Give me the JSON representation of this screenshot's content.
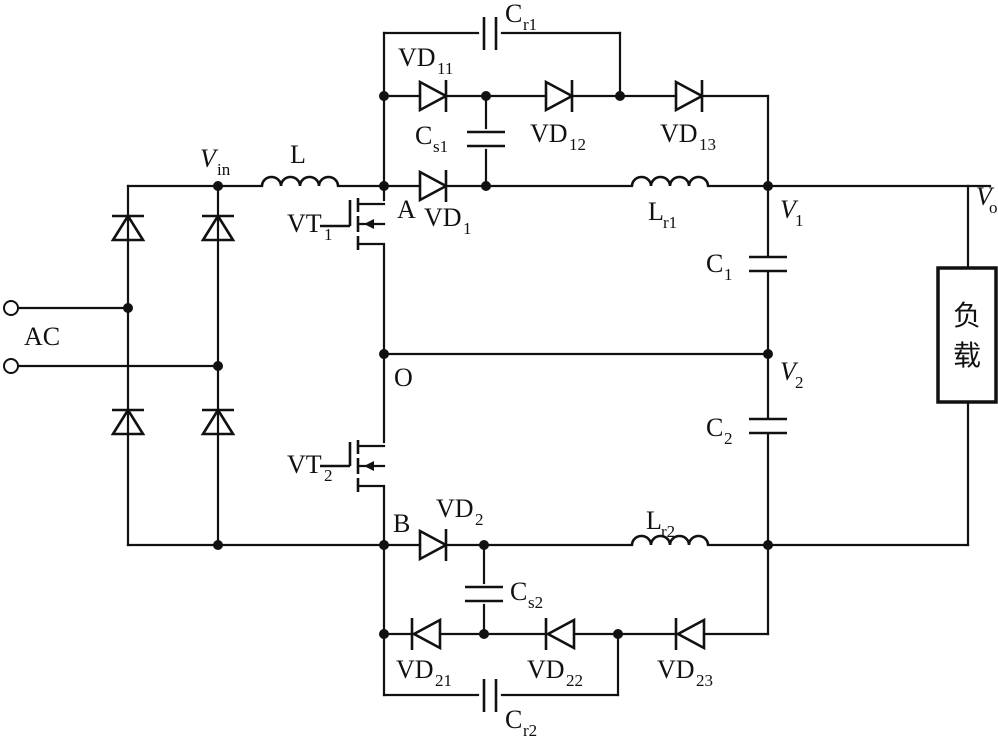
{
  "diagram": {
    "labels": {
      "ac": "AC",
      "vin": "V",
      "vin_sub": "in",
      "inductor": "L",
      "vt1": "VT",
      "vt1_sub": "1",
      "vt2": "VT",
      "vt2_sub": "2",
      "node_a": "A",
      "node_b": "B",
      "node_o": "O",
      "vd1": "VD",
      "vd1_sub": "1",
      "vd2": "VD",
      "vd2_sub": "2",
      "vd11": "VD",
      "vd11_sub": "11",
      "vd12": "VD",
      "vd12_sub": "12",
      "vd13": "VD",
      "vd13_sub": "13",
      "vd21": "VD",
      "vd21_sub": "21",
      "vd22": "VD",
      "vd22_sub": "22",
      "vd23": "VD",
      "vd23_sub": "23",
      "cr1": "C",
      "cr1_sub": "r1",
      "cr2": "C",
      "cr2_sub": "r2",
      "cs1": "C",
      "cs1_sub": "s1",
      "cs2": "C",
      "cs2_sub": "s2",
      "lr1": "L",
      "lr1_sub": "r1",
      "lr2": "L",
      "lr2_sub": "r2",
      "c1": "C",
      "c1_sub": "1",
      "c2": "C",
      "c2_sub": "2",
      "v1": "V",
      "v1_sub": "1",
      "v2": "V",
      "v2_sub": "2",
      "vo": "V",
      "vo_sub": "o",
      "load_line1": "负",
      "load_line2": "载"
    }
  }
}
